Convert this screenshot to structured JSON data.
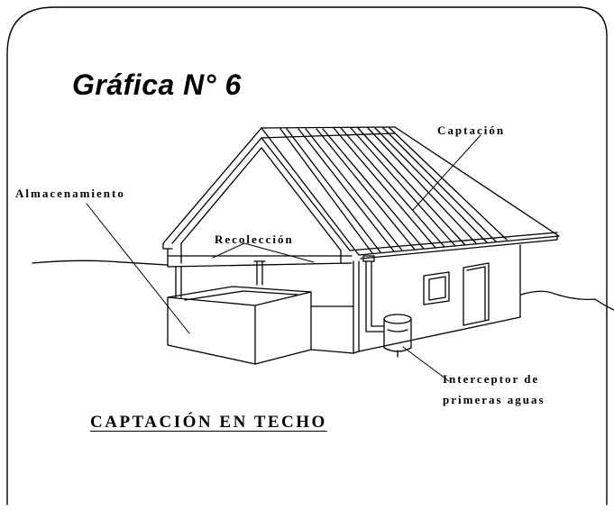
{
  "figure": {
    "title": "Gráfica N° 6",
    "caption": "CAPTACIÓN EN TECHO"
  },
  "labels": {
    "captacion": "Captación",
    "almacenamiento": "Almacenamiento",
    "recoleccion": "Recolección",
    "interceptor_line1": "Interceptor de",
    "interceptor_line2": "primeras aguas"
  }
}
